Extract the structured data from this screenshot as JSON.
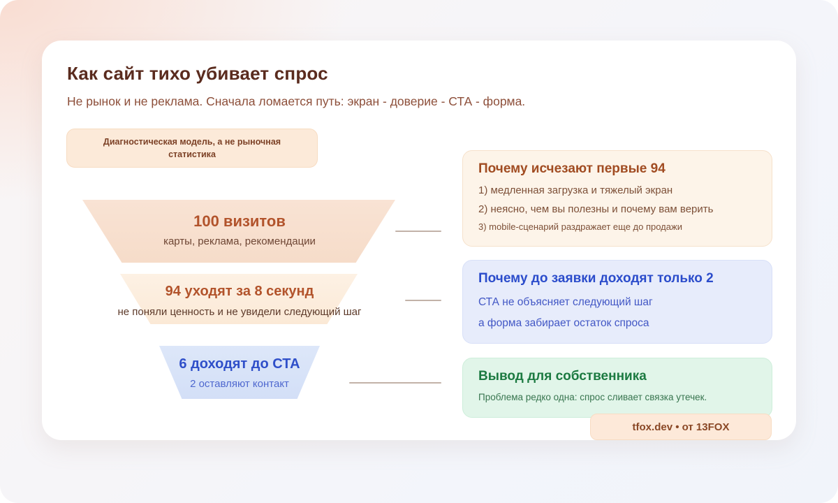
{
  "header": {
    "title": "Как сайт тихо убивает спрос",
    "subtitle": "Не рынок и не реклама. Сначала ломается путь: экран - доверие - СТА - форма."
  },
  "note": {
    "text": "Диагностическая модель, а не рыночная статистика"
  },
  "funnel": {
    "stages": [
      {
        "title": "100 визитов",
        "subtitle": "карты, реклама, рекомендации"
      },
      {
        "title": "94 уходят за 8 секунд",
        "subtitle": "не поняли ценность и не увидели следующий шаг"
      },
      {
        "title": "6 доходят до СТА",
        "subtitle": "2 оставляют контакт"
      }
    ]
  },
  "cards": [
    {
      "title": "Почему исчезают первые 94",
      "lines": [
        "1) медленная загрузка и тяжелый экран",
        "2) неясно, чем вы полезны и почему вам верить",
        "3) mobile-сценарий раздражает еще до продажи"
      ]
    },
    {
      "title": "Почему до заявки доходят только 2",
      "lines": [
        "СТА не объясняет следующий шаг",
        "а форма забирает остаток спроса"
      ]
    },
    {
      "title": "Вывод для собственника",
      "lines": [
        "Проблема редко одна: спрос сливает связка утечек."
      ]
    }
  ],
  "footer": {
    "text": "tfox.dev • от 13FOX"
  },
  "colors": {
    "accent_orange": "#b2532b",
    "accent_blue": "#2f4fc9",
    "accent_green": "#1c7a41",
    "title_brown": "#5a2b1e",
    "peach_bg": "#fcead9",
    "funnel_peach": "#f8e2d2",
    "funnel_blue": "#d8e3f8",
    "card_cream": "#fdf4e9",
    "card_blue": "#e7ecfb",
    "card_green": "#e1f5e9"
  }
}
